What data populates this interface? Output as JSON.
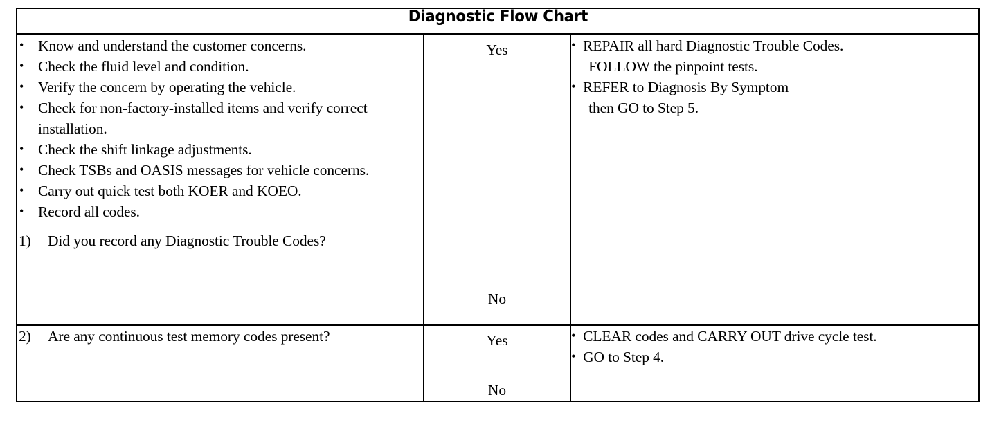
{
  "document": {
    "title": "Diagnostic Flow Chart"
  },
  "columns": {
    "condition": "",
    "answer": "",
    "action": ""
  },
  "rows": [
    {
      "id": "row-1",
      "condition": {
        "bullets": [
          "Know and understand the customer concerns.",
          "Check the fluid level and condition.",
          "Verify the concern by operating the vehicle.",
          "Check for non-factory-installed items and verify correct installation.",
          "Check the shift linkage adjustments.",
          "Check TSBs and OASIS messages for vehicle concerns.",
          "Carry out quick test both KOER and KOEO.",
          "Record all codes."
        ],
        "question_number": "1)",
        "question_text": "Did you record any Diagnostic Trouble Codes?"
      },
      "branches": [
        {
          "answer": "Yes",
          "actions": [
            {
              "line1": "REPAIR all hard Diagnostic Trouble Codes.",
              "line2": "FOLLOW the pinpoint tests."
            }
          ]
        },
        {
          "answer": "No",
          "actions": [
            {
              "line1": "REFER to Diagnosis By Symptom",
              "line2": "then GO to Step 5."
            }
          ]
        }
      ]
    },
    {
      "id": "row-2",
      "condition": {
        "bullets": [],
        "question_number": "2)",
        "question_text": "Are any continuous test memory codes present?"
      },
      "branches": [
        {
          "answer": "Yes",
          "actions": [
            {
              "line1": "CLEAR codes and CARRY OUT drive cycle test.",
              "line2": ""
            }
          ]
        },
        {
          "answer": "No",
          "actions": [
            {
              "line1": "GO to Step 4.",
              "line2": ""
            }
          ]
        }
      ]
    }
  ]
}
